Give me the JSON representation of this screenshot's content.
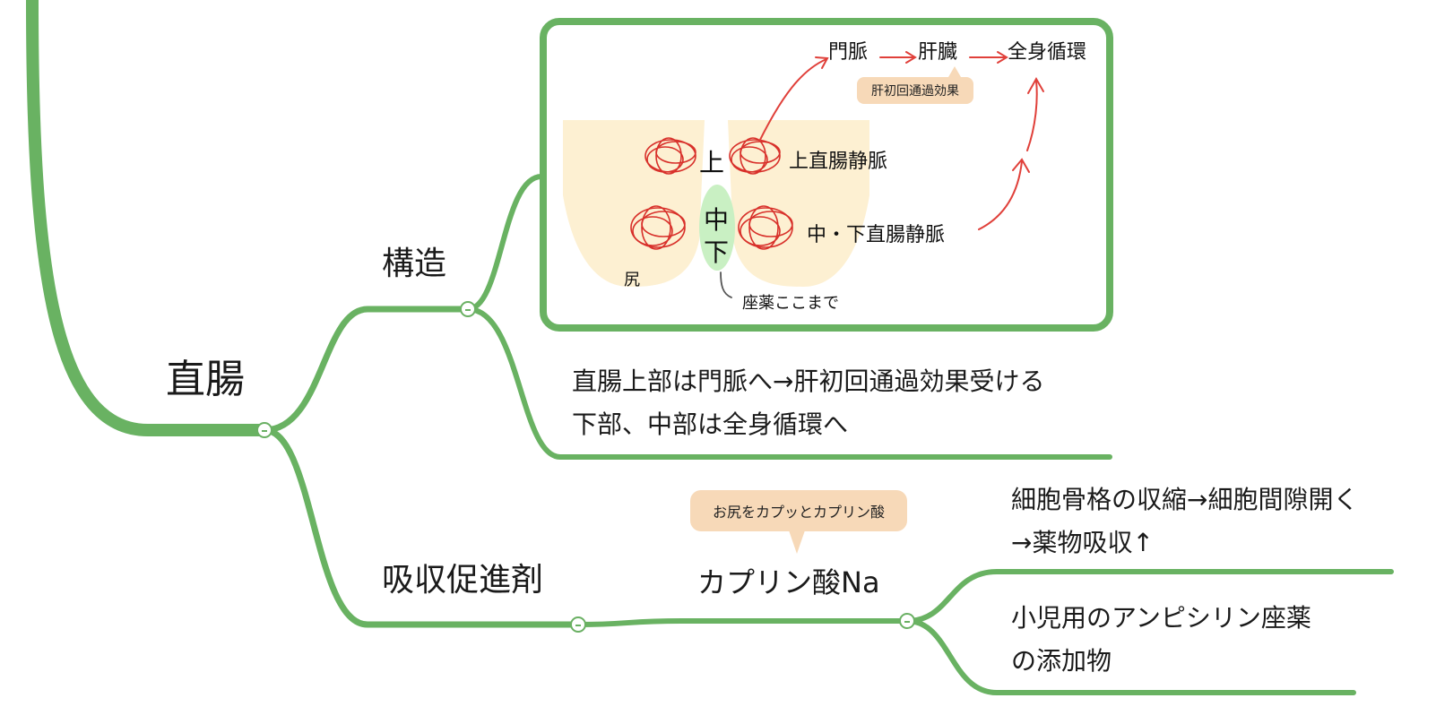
{
  "colors": {
    "branch": "#69b262",
    "callout": "#f7d9b8",
    "skin": "#fdf0d2",
    "vein": "#d8302a",
    "arrow": "#e0403a",
    "mid_oval": "#c9f0c3"
  },
  "root": {
    "label": "直腸"
  },
  "structure": {
    "label": "構造",
    "illustration": {
      "portal": "門脈",
      "liver": "肝臓",
      "systemic": "全身循環",
      "first_pass_callout": "肝初回通過効果",
      "upper_mark": "上",
      "mid_mark": "中",
      "lower_mark": "下",
      "upper_vein": "上直腸静脈",
      "midlower_vein": "中・下直腸静脈",
      "buttock": "尻",
      "suppository_note": "座薬ここまで"
    },
    "note": {
      "line1": "直腸上部は門脈へ→肝初回通過効果受ける",
      "line2": "下部、中部は全身循環へ"
    }
  },
  "enhancer": {
    "label": "吸収促進剤",
    "child": {
      "label": "カプリン酸Na",
      "callout": "お尻をカプッとカプリン酸"
    },
    "leaves": [
      {
        "line1": "細胞骨格の収縮→細胞間隙開く",
        "line2": "→薬物吸収↑"
      },
      {
        "line1": "小児用のアンピシリン座薬",
        "line2": "の添加物"
      }
    ]
  }
}
